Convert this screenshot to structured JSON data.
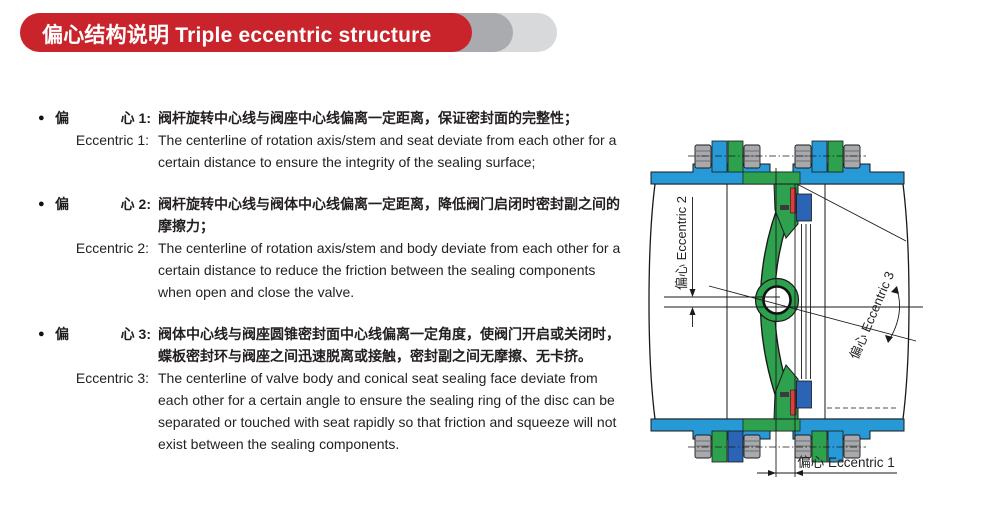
{
  "header": {
    "title": "偏心结构说明 Triple eccentric structure",
    "banner_red": "#c9242b",
    "banner_gray_mid": "#a9abae",
    "banner_gray_light": "#d8d9db",
    "text_color": "#ffffff"
  },
  "items": [
    {
      "bullet": "●",
      "cn_label_a": "偏",
      "cn_label_b": "心 1:",
      "cn_text": "阀杆旋转中心线与阀座中心线偏离一定距离，保证密封面的完整性；",
      "en_label": "Eccentric 1:",
      "en_text": "The centerline of rotation axis/stem and seat deviate from each other for a certain distance to ensure the integrity of the sealing surface;"
    },
    {
      "bullet": "●",
      "cn_label_a": "偏",
      "cn_label_b": "心 2:",
      "cn_text": "阀杆旋转中心线与阀体中心线偏离一定距离，降低阀门启闭时密封副之间的摩擦力；",
      "en_label": "Eccentric 2:",
      "en_text": "The centerline of rotation axis/stem and body deviate from each other for a certain distance to reduce the friction between the sealing components when open and close the valve."
    },
    {
      "bullet": "●",
      "cn_label_a": "偏",
      "cn_label_b": "心 3:",
      "cn_text": "阀体中心线与阀座圆锥密封面中心线偏离一定角度，使阀门开启或关闭时，蝶板密封环与阀座之间迅速脱离或接触，密封副之间无摩擦、无卡挤。",
      "en_label": "Eccentric 3:",
      "en_text": "The centerline of valve body and conical seat sealing face deviate from each other for a certain angle to ensure the sealing ring of the disc can be separated or touched with seat rapidly so that friction and squeeze will not exist between the sealing components."
    }
  ],
  "diagram": {
    "label_eccentric1": "偏心 Eccentric 1",
    "label_eccentric2": "偏心 Eccentric 2",
    "label_eccentric3": "偏心 Eccentric 3",
    "colors": {
      "pipe_flange_blue": "#2699d6",
      "disc_green": "#2da14d",
      "seat_block_blue": "#2c64b5",
      "seal_red": "#e23b3e",
      "bolt_gray": "#a7a9ac",
      "line_black": "#1a1a1a"
    }
  }
}
